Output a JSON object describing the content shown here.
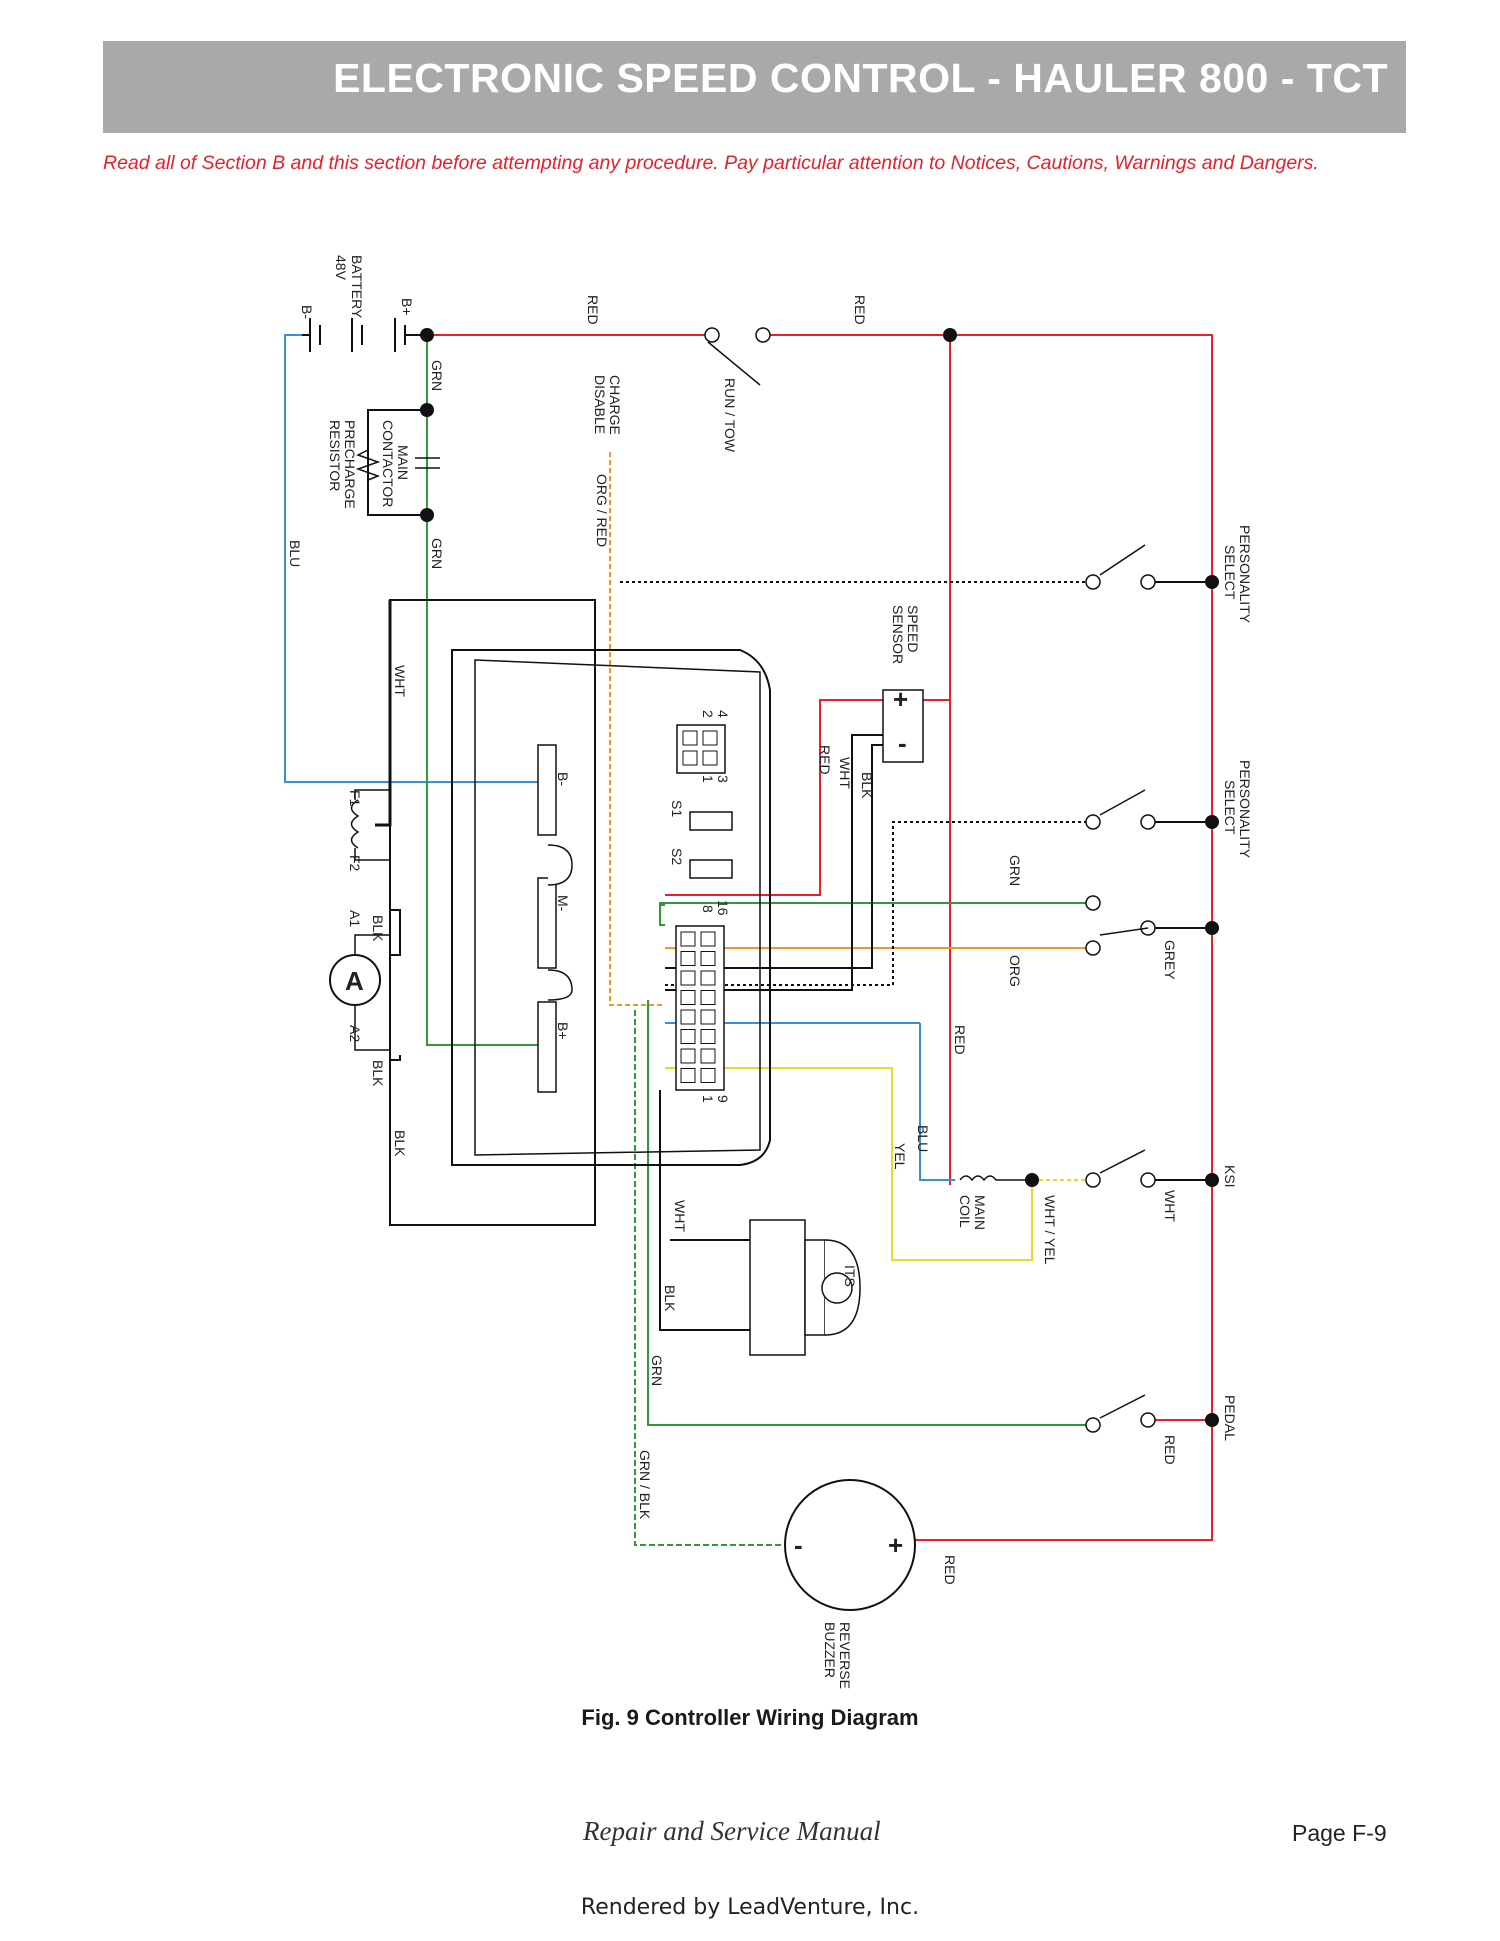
{
  "header": {
    "title": "ELECTRONIC SPEED CONTROL - HAULER 800 - TCT"
  },
  "warning": "Read all of Section B and this section before attempting any procedure. Pay particular attention to Notices, Cautions, Warnings and Dangers.",
  "diagram": {
    "battery": {
      "label1": "BATTERY",
      "label2": "48V",
      "pos": "B+",
      "neg": "B-"
    },
    "contactor": {
      "l1": "MAIN",
      "l2": "CONTACTOR",
      "l3": "PRECHARGE",
      "l4": "RESISTOR"
    },
    "run_tow": "RUN / TOW",
    "charge_disable": {
      "l1": "CHARGE",
      "l2": "DISABLE"
    },
    "wires": {
      "red": "RED",
      "grn": "GRN",
      "blu": "BLU",
      "wht": "WHT",
      "blk": "BLK",
      "org_red": "ORG / RED",
      "org": "ORG",
      "grey": "GREY",
      "yel": "YEL",
      "wht_yel": "WHT / YEL",
      "grn_blk": "GRN / BLK"
    },
    "switches": {
      "personality1": {
        "l1": "PERSONALITY",
        "l2": "SELECT"
      },
      "personality2": {
        "l1": "PERSONALITY",
        "l2": "SELECT"
      },
      "ksi": "KSI",
      "pedal": "PEDAL"
    },
    "speed_sensor": {
      "l1": "SPEED",
      "l2": "SENSOR",
      "plus": "+",
      "minus": "-"
    },
    "terminals": {
      "b_minus": "B-",
      "m_minus": "M-",
      "b_plus": "B+"
    },
    "motor": {
      "symbol": "A",
      "a1": "A1",
      "a2": "A2",
      "f1": "F1",
      "f2": "F2"
    },
    "connector4": {
      "p4": "4",
      "p3": "3",
      "p2": "2",
      "p1": "1"
    },
    "connector16": {
      "p16": "16",
      "p8": "8",
      "p9": "9",
      "p1": "1"
    },
    "s1": "S1",
    "s2": "S2",
    "main_coil": {
      "l1": "MAIN",
      "l2": "COIL"
    },
    "its": "ITS",
    "buzzer": {
      "l1": "REVERSE",
      "l2": "BUZZER",
      "plus": "+",
      "minus": "-"
    }
  },
  "caption": "Fig. 9  Controller Wiring Diagram",
  "footer": {
    "manual": "Repair and Service Manual",
    "page": "Page F-9"
  },
  "rendered_by": "Rendered by LeadVenture, Inc.",
  "colors": {
    "red": "#e8202a",
    "green": "#2e9a3a",
    "blue": "#3a8fd9",
    "orange": "#f0962a",
    "yellow": "#e8d92a",
    "black": "#111111",
    "grey_bar": "#a9a9a9"
  }
}
